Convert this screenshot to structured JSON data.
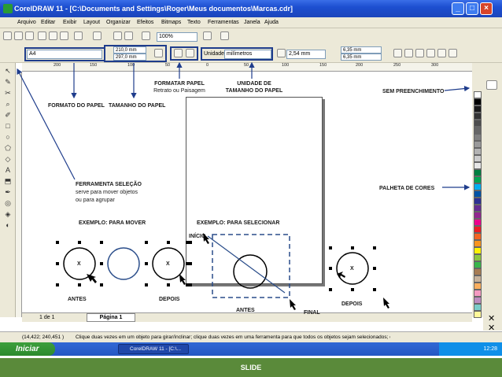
{
  "window": {
    "title": "CorelDRAW 11 - [C:\\Documents and Settings\\Roger\\Meus documentos\\Marcas.cdr]"
  },
  "menu": [
    "Arquivo",
    "Editar",
    "Exibir",
    "Layout",
    "Organizar",
    "Efeitos",
    "Bitmaps",
    "Texto",
    "Ferramentas",
    "Janela",
    "Ajuda"
  ],
  "toolbar": {
    "zoom_value": "100%"
  },
  "propbar": {
    "paper_size": "A4",
    "width": "210,0 mm",
    "height": "297,0 mm",
    "units_label": "Unidades:",
    "units_value": "milímetros",
    "nudge": "2,54 mm",
    "dup_x": "6,35 mm",
    "dup_y": "6,35 mm"
  },
  "ruler_ticks": [
    "200",
    "150",
    "100",
    "50",
    "0",
    "50",
    "100",
    "150",
    "200",
    "250",
    "300"
  ],
  "annotations": {
    "formato_papel": "FORMATO DO PAPEL",
    "tamanho_papel": "TAMANHO DO PAPEL",
    "formatar_papel_1": "FORMATAR PAPEL",
    "formatar_papel_2": "Retrato ou Paisagem",
    "unidade_1": "UNIDADE DE",
    "unidade_2": "TAMANHO DO PAPEL",
    "sem_preenchimento": "SEM PREENCHIMENTO",
    "ferramenta_1": "FERRAMENTA SELEÇÃO",
    "ferramenta_2": "serve para mover objetos",
    "ferramenta_3": "ou para agrupar",
    "paleta": "PALHETA DE CORES",
    "exemplo_mover": "EXEMPLO: PARA MOVER",
    "exemplo_selecionar": "EXEMPLO: PARA SELECIONAR",
    "inicio": "INÍCIO",
    "antes_1": "ANTES",
    "depois_1": "DEPOIS",
    "antes_2": "ANTES",
    "final": "FINAL",
    "depois_2": "DEPOIS",
    "x1": "X",
    "x2": "X",
    "x3": "X"
  },
  "pagenav": {
    "count": "1 de 1",
    "tab": "Página 1"
  },
  "status": {
    "coords": "(14,422; 240,451 )",
    "hint": "Clique duas vezes em um objeto para girar/inclinar; clique duas vezes em uma ferramenta para que todos os objetos sejam selecionados; clique e..."
  },
  "taskbar": {
    "start": "Iniciar",
    "app": "CorelDRAW 11 - [C:\\...",
    "clock": "12:28"
  },
  "footer": {
    "label": "SLIDE"
  },
  "palette_colors": [
    "#ffffff",
    "#000000",
    "#1a1a1a",
    "#333333",
    "#4d4d4d",
    "#666666",
    "#808080",
    "#999999",
    "#b3b3b3",
    "#cccccc",
    "#e6e6e6",
    "#007f3f",
    "#00a651",
    "#00aeef",
    "#0054a6",
    "#2e3192",
    "#662d91",
    "#92278f",
    "#ec008c",
    "#ed1c24",
    "#f26522",
    "#f7941d",
    "#fff200",
    "#8dc63f",
    "#39b54a",
    "#a67c52",
    "#c7b299",
    "#fbaf5d",
    "#f49ac1",
    "#bd8cbf",
    "#7accc8",
    "#fff799"
  ]
}
